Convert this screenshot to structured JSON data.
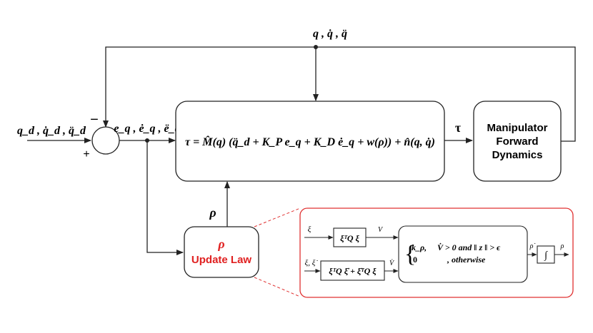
{
  "labels": {
    "feedback_signal": "q , q̇ , q̈",
    "desired_input": "q_d , q̇_d , q̈_d",
    "minus_sign": "−",
    "plus_sign": "+",
    "error_signal": "e_q , ė_q , ë_q",
    "tau_output": "τ",
    "rho_signal": "ρ"
  },
  "blocks": {
    "controller": "τ = M̂(q) (q̈_d + K_P e_q + K_D ė_q + w(ρ)) + n̂(q, q̇)",
    "manipulator": [
      "Manipulator",
      "Forward",
      "Dynamics"
    ],
    "update_law_symbol": "ρ",
    "update_law_label": "Update Law"
  },
  "detail": {
    "xi_input": "ξ",
    "xi_xidot_input": "ξ, ξ̇",
    "quad_block": "ξᵀQ ξ",
    "deriv_block": "ξᵀQ ξ̇ + ξ̇ᵀQ ξ",
    "v_label": "V",
    "vdot_label": "V̇",
    "piecewise_row1_a": "k_ρ,",
    "piecewise_row1_b": "V̇ > 0  and ‖ z ‖ >  ϵ",
    "piecewise_row2_a": "0",
    "piecewise_row2_b": ",        otherwise",
    "rho_dot_label": "ρ̇",
    "integrator": "∫",
    "rho_out_label": "ρ"
  },
  "colors": {
    "line": "#222222",
    "accent_red": "#e02020",
    "detail_border": "#e03030"
  }
}
